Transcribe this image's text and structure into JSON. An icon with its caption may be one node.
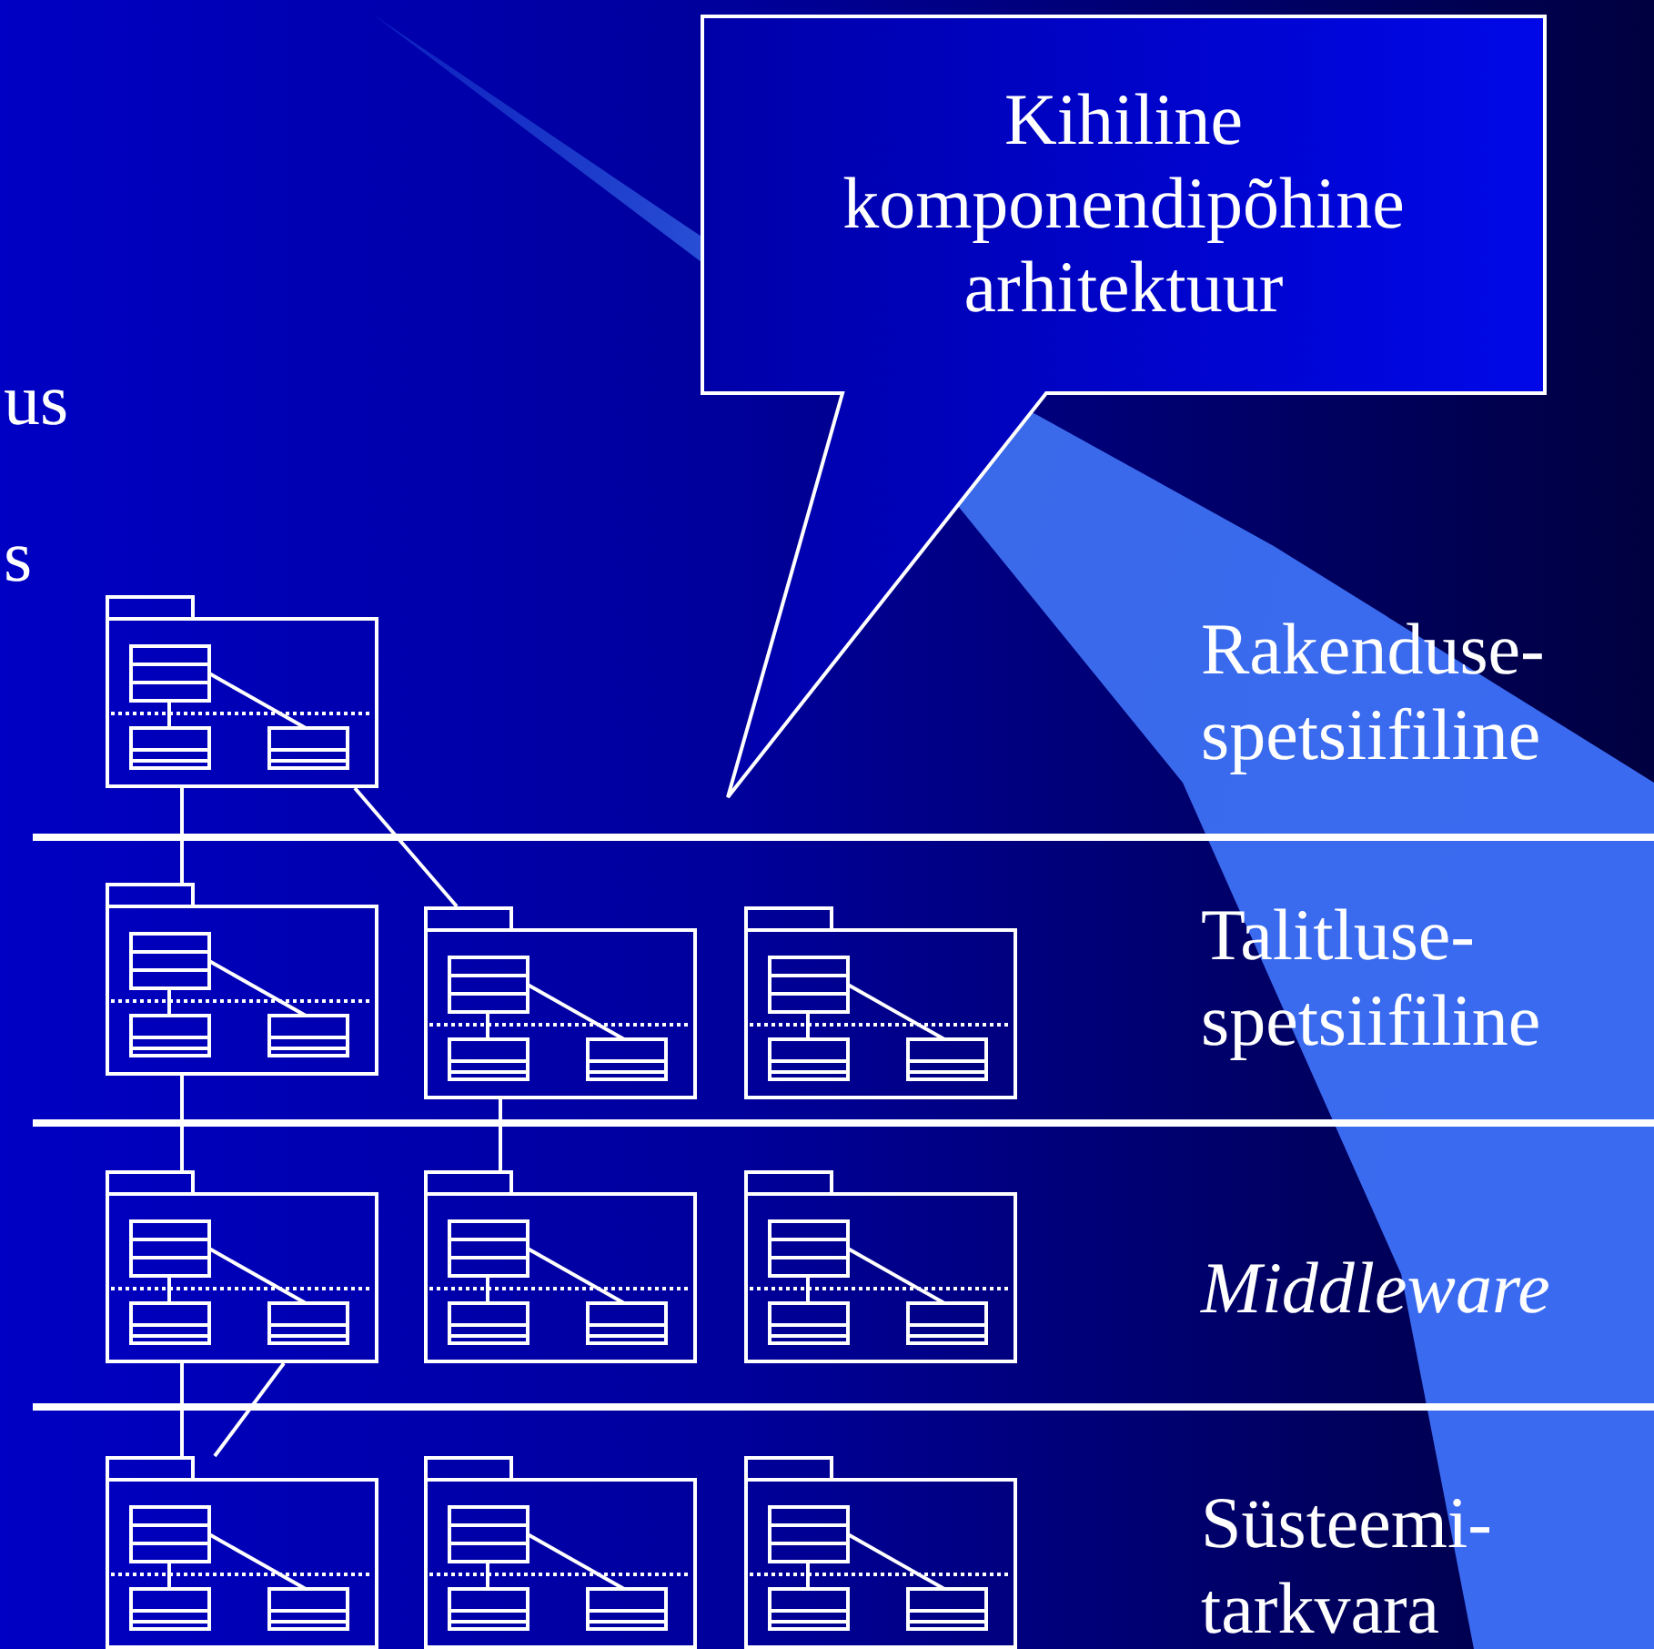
{
  "diagram": {
    "nodes": [
      {
        "text": [
          "Kihiline komponendipõhine arhitektuur"
        ]
      },
      {
        "text": [],
        "shape": "box"
      },
      {
        "text": [],
        "shape": "box"
      },
      {
        "text": [],
        "shape": "box"
      },
      {
        "text": [],
        "shape": "box"
      },
      {
        "text": [],
        "shape": "box"
      },
      {
        "text": [],
        "shape": "box"
      },
      {
        "text": [],
        "shape": "box"
      },
      {
        "text": [],
        "shape": "box"
      },
      {
        "text": [],
        "shape": "box"
      },
      {
        "text": [],
        "shape": "box"
      }
    ],
    "edges": [
      {
        "from": 1,
        "to": 2,
        "arrow": "none"
      },
      {
        "from": 1,
        "to": 3,
        "arrow": "none"
      },
      {
        "from": 2,
        "to": 5,
        "arrow": "none"
      },
      {
        "from": 3,
        "to": 6,
        "arrow": "none"
      },
      {
        "from": 5,
        "to": 8,
        "arrow": "none"
      },
      {
        "from": 5,
        "to": 8,
        "arrow": "none"
      }
    ],
    "labels": [
      "us",
      "s",
      "Rakenduse- spetsiifiline",
      "Talitluse- spetsiifiline",
      "Middleware",
      "Süsteemi- tarkvara"
    ]
  }
}
